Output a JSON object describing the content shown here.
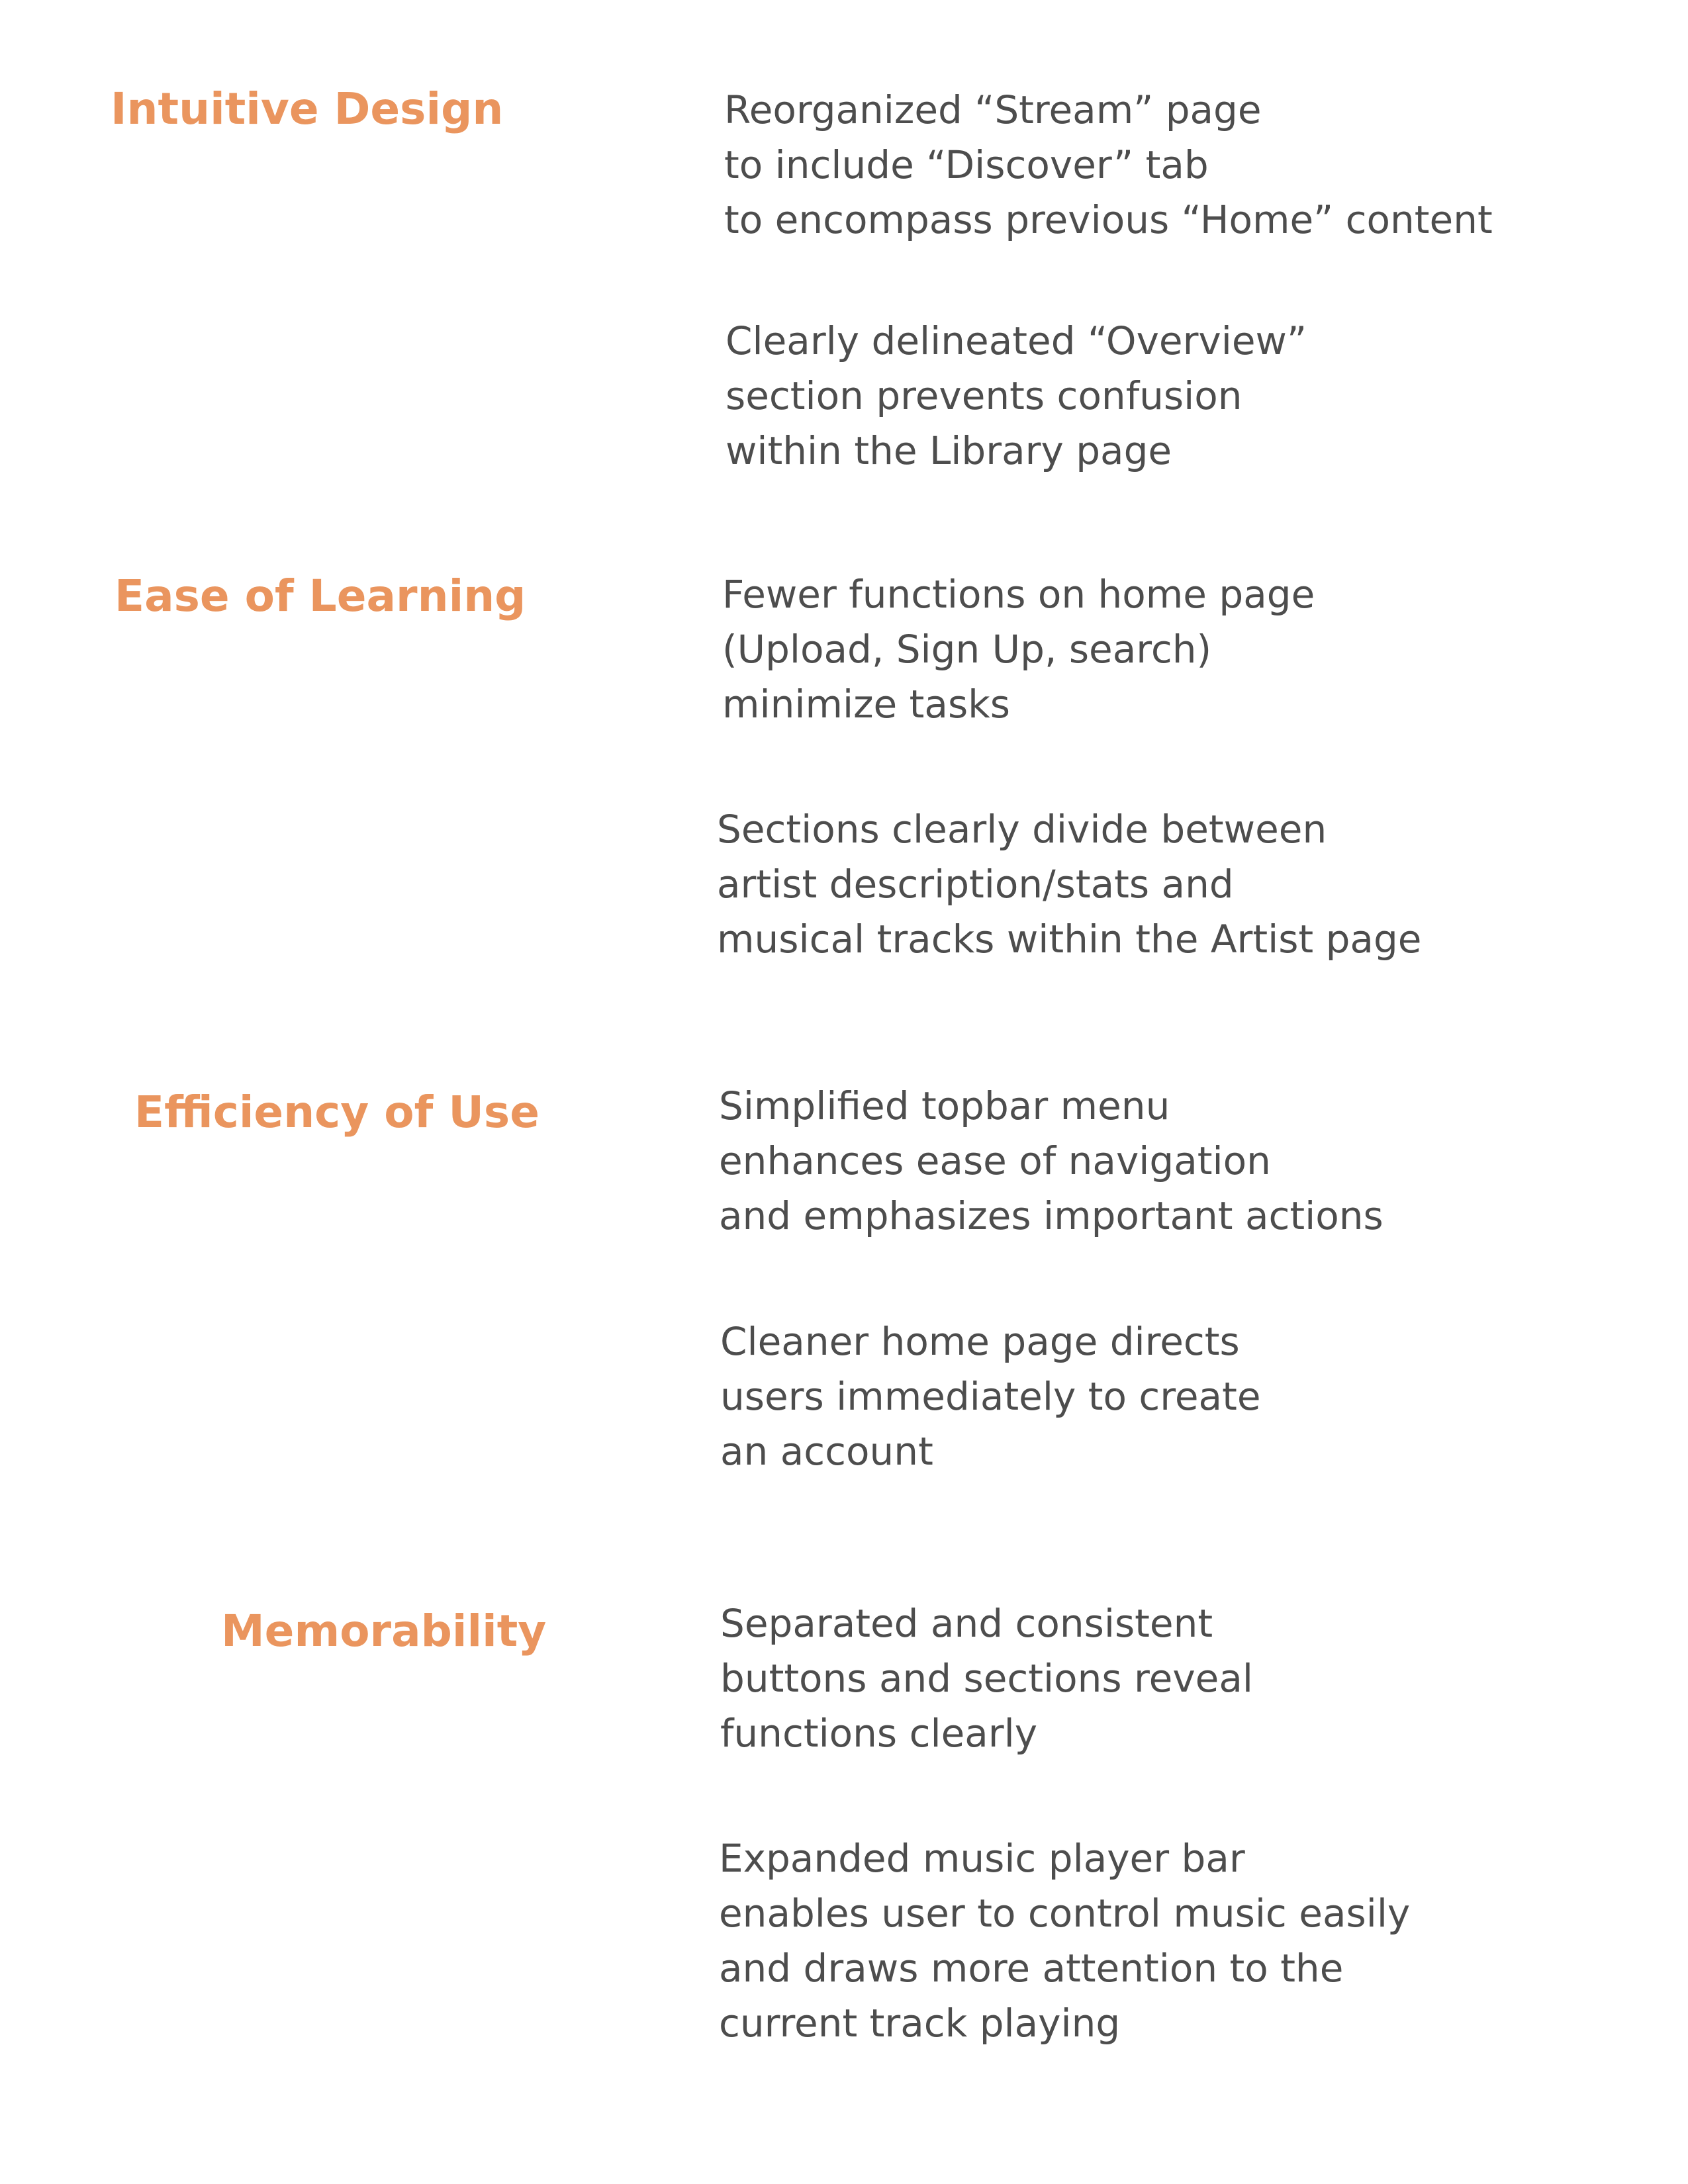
{
  "sections": [
    {
      "heading": "Intuitive Design",
      "points": [
        "Reorganized “Stream” page\nto include “Discover” tab\nto encompass previous “Home” content",
        "Clearly delineated “Overview”\nsection prevents confusion\nwithin the Library page"
      ]
    },
    {
      "heading": "Ease of Learning",
      "points": [
        "Fewer functions on home page\n(Upload, Sign Up, search)\nminimize tasks",
        "Sections clearly divide between\nartist description/stats and\nmusical tracks within the Artist page"
      ]
    },
    {
      "heading": "Efficiency of Use",
      "points": [
        "Simplified topbar menu\nenhances ease of navigation\nand emphasizes important actions",
        "Cleaner home page directs\nusers immediately to create\nan account"
      ]
    },
    {
      "heading": "Memorability",
      "points": [
        "Separated and consistent\nbuttons and sections reveal\nfunctions clearly",
        "Expanded music player bar\nenables user to control music easily\nand draws more attention to the\ncurrent track playing"
      ]
    }
  ],
  "colors": {
    "heading": "#ea955e",
    "body_text": "#4d4d4d",
    "background": "#ffffff"
  }
}
